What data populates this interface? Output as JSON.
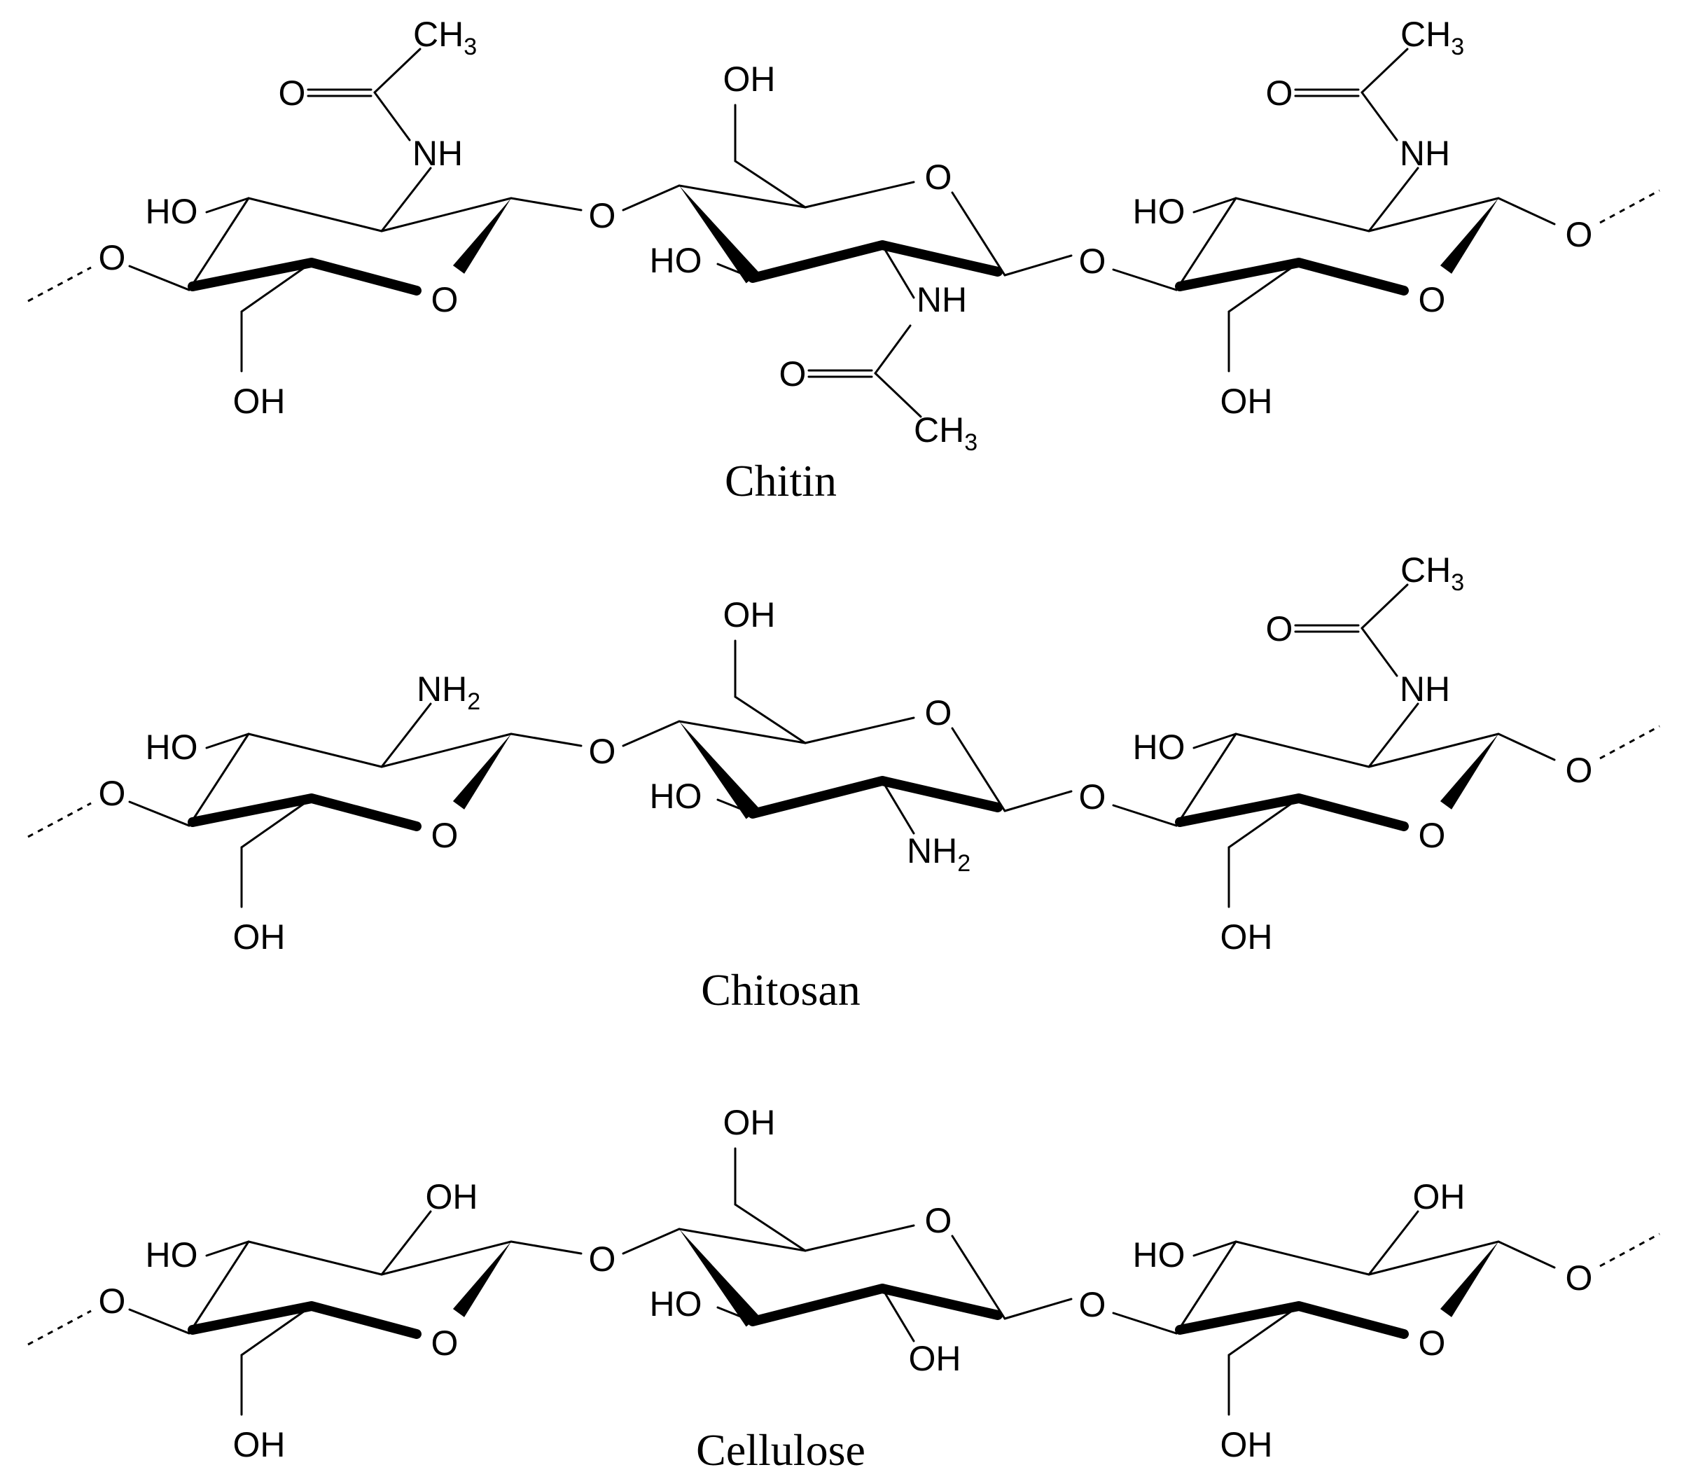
{
  "figure": {
    "molecules": [
      {
        "name": "Chitin",
        "left_unit": "NAc",
        "middle_unit": "NAc",
        "right_unit": "NAc"
      },
      {
        "name": "Chitosan",
        "left_unit": "NH2",
        "middle_unit": "NH2",
        "right_unit": "NAc"
      },
      {
        "name": "Cellulose",
        "left_unit": "OH",
        "middle_unit": "OH",
        "right_unit": "OH"
      }
    ],
    "labels": {
      "oh": "OH",
      "ho": "HO",
      "o": "O",
      "nh": "NH",
      "nh2_main": "NH",
      "nh2_sub": "2",
      "ch3_main": "CH",
      "ch3_sub": "3"
    }
  }
}
